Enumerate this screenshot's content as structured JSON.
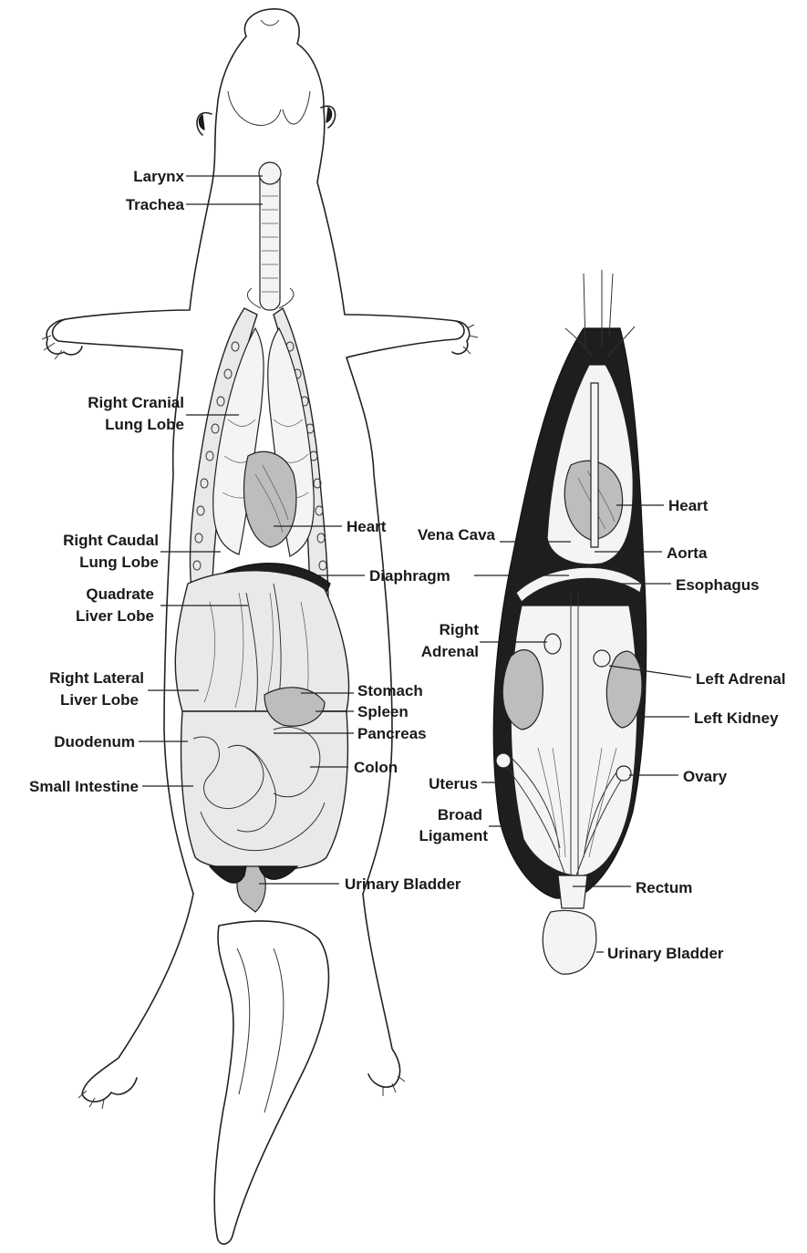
{
  "left_labels": {
    "larynx": "Larynx",
    "trachea": "Trachea",
    "right_cranial_1": "Right Cranial",
    "right_cranial_2": "Lung Lobe",
    "heart": "Heart",
    "right_caudal_1": "Right Caudal",
    "right_caudal_2": "Lung Lobe",
    "diaphragm": "Diaphragm",
    "quadrate_1": "Quadrate",
    "quadrate_2": "Liver Lobe",
    "right_lateral_1": "Right Lateral",
    "right_lateral_2": "Liver Lobe",
    "stomach": "Stomach",
    "spleen": "Spleen",
    "pancreas": "Pancreas",
    "duodenum": "Duodenum",
    "colon": "Colon",
    "small_intestine": "Small Intestine",
    "urinary_bladder": "Urinary Bladder"
  },
  "right_labels": {
    "heart": "Heart",
    "vena_cava": "Vena Cava",
    "aorta": "Aorta",
    "esophagus": "Esophagus",
    "right_adrenal_1": "Right",
    "right_adrenal_2": "Adrenal",
    "left_adrenal": "Left Adrenal",
    "left_kidney": "Left Kidney",
    "uterus": "Uterus",
    "ovary": "Ovary",
    "broad_ligament_1": "Broad",
    "broad_ligament_2": "Ligament",
    "rectum": "Rectum",
    "urinary_bladder": "Urinary Bladder"
  }
}
